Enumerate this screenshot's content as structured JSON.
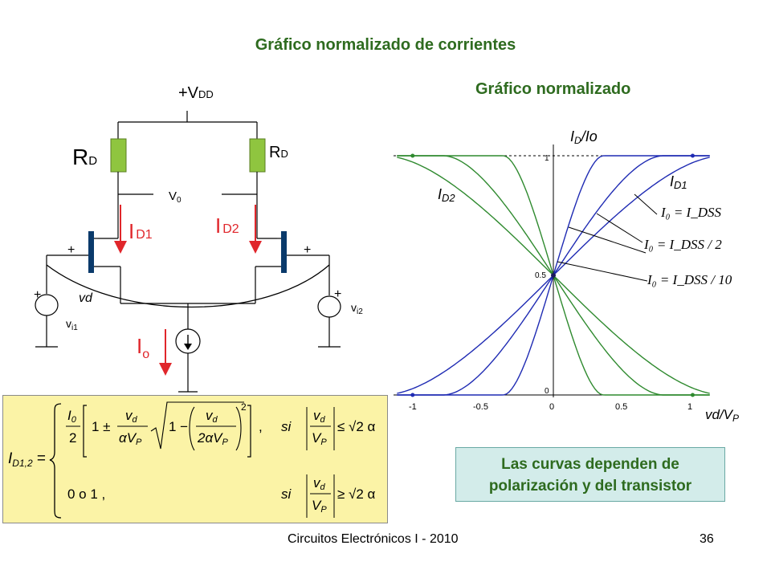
{
  "title": "Gráfico normalizado de corrientes",
  "subtitle": "Gráfico normalizado",
  "circuit": {
    "supply_label": "+V",
    "supply_sub": "DD",
    "rd_left_label": "R",
    "rd_left_sub": "D",
    "rd_right_label": "R",
    "rd_right_sub": "D",
    "vout_label": "V",
    "vout_sub": "0",
    "id1_label": "I",
    "id1_sub": "D1",
    "id2_label": "I",
    "id2_sub": "D2",
    "io_label": "I",
    "io_sub": "o",
    "vd_label": "vd",
    "vi1_label": "v",
    "vi1_sub": "i1",
    "vi2_label": "v",
    "vi2_sub": "i2",
    "plus": "+",
    "colors": {
      "resistor": "#8fc53f",
      "current": "#e0262b",
      "transistor": "#0a3a6b",
      "wire": "#000000"
    }
  },
  "chart": {
    "ylabel_main": "I",
    "ylabel_sub": "D",
    "ylabel_tail": "/Io",
    "xlabel_main": "vd/V",
    "xlabel_sub": "P",
    "y_ticks": [
      "1",
      "0.5",
      "0"
    ],
    "x_ticks": [
      "-1",
      "-0.5",
      "0",
      "0.5",
      "1"
    ],
    "id1_label_main": "I",
    "id1_label_sub": "D1",
    "id2_label_main": "I",
    "id2_label_sub": "D2",
    "eq1": "I₀ = I_DSS",
    "eq2": "I₀ = I_DSS / 2",
    "eq3": "I₀ = I_DSS / 10",
    "colors": {
      "id1": "#1f2bb3",
      "id2": "#2f8a2f"
    }
  },
  "formula": {
    "lhs": "I",
    "lhs_sub": "D1,2",
    "lhs_eq": " = ",
    "case1_frac_top": "I",
    "case1_frac_top_sub": "0",
    "case1_frac_bottom": "2",
    "case1_one_pm": "1 ±",
    "case1_vd": "v",
    "case1_vd_sub": "d",
    "case1_avp": "αV",
    "case1_avp_sub": "P",
    "case1_inner_one": "1 −",
    "case1_inner_bottom": "2αV",
    "case1_exp": "2",
    "case1_comma": ",",
    "case1_si": "si",
    "case1_ineq": "≤ √2 α",
    "case2_value": "0 o 1 ,",
    "case2_si": "si",
    "case2_ineq": "≥ √2 α",
    "cond_vd": "v",
    "cond_vd_sub": "d",
    "cond_vp": "V",
    "cond_vp_sub": "P"
  },
  "note": {
    "line1": "Las curvas dependen de",
    "line2": "polarización y del transistor"
  },
  "footer": {
    "course": "Circuitos Electrónicos I - 2010",
    "page": "36"
  }
}
